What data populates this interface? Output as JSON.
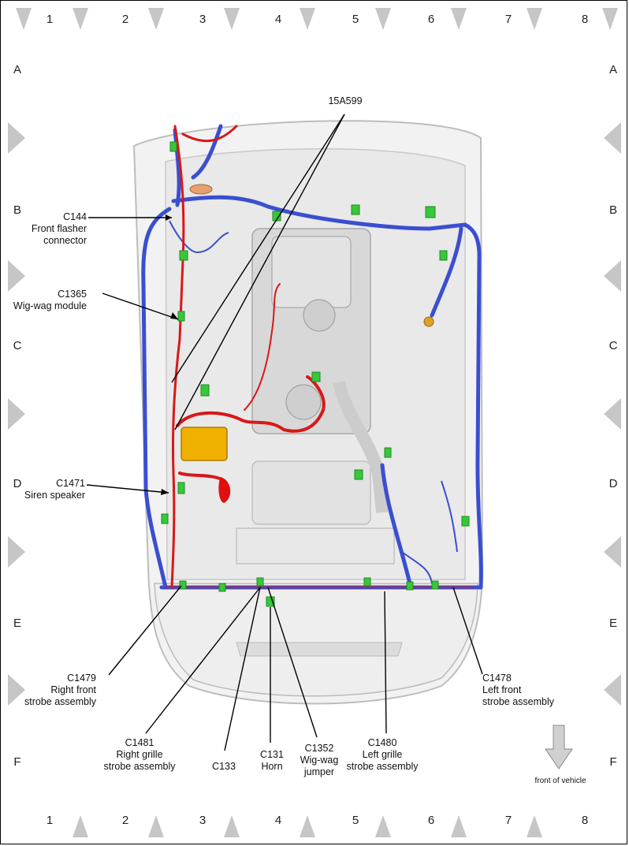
{
  "grid": {
    "columns": [
      "1",
      "2",
      "3",
      "4",
      "5",
      "6",
      "7",
      "8"
    ],
    "rows": [
      "A",
      "B",
      "C",
      "D",
      "E",
      "F"
    ]
  },
  "callouts": {
    "c15a599": {
      "line1": "15A599"
    },
    "c144": {
      "line1": "C144",
      "line2": "Front flasher",
      "line3": "connector"
    },
    "c1365": {
      "line1": "C1365",
      "line2": "Wig-wag module"
    },
    "c1471": {
      "line1": "C1471",
      "line2": "Siren speaker"
    },
    "c1479": {
      "line1": "C1479",
      "line2": "Right front",
      "line3": "strobe assembly"
    },
    "c1481": {
      "line1": "C1481",
      "line2": "Right grille",
      "line3": "strobe assembly"
    },
    "c133": {
      "line1": "C133"
    },
    "c131": {
      "line1": "C131",
      "line2": "Horn"
    },
    "c1352": {
      "line1": "C1352",
      "line2": "Wig-wag",
      "line3": "jumper"
    },
    "c1480": {
      "line1": "C1480",
      "line2": "Left grille",
      "line3": "strobe assembly"
    },
    "c1478": {
      "line1": "C1478",
      "line2": "Left front",
      "line3": "strobe assembly"
    }
  },
  "front_indicator": {
    "label": "front of vehicle"
  },
  "colors": {
    "harness_blue": "#3a4fd0",
    "harness_red": "#d81818",
    "connector_green": "#36c83a",
    "module_yellow": "#f0b000",
    "grid_arrow": "#c8c8c8"
  }
}
